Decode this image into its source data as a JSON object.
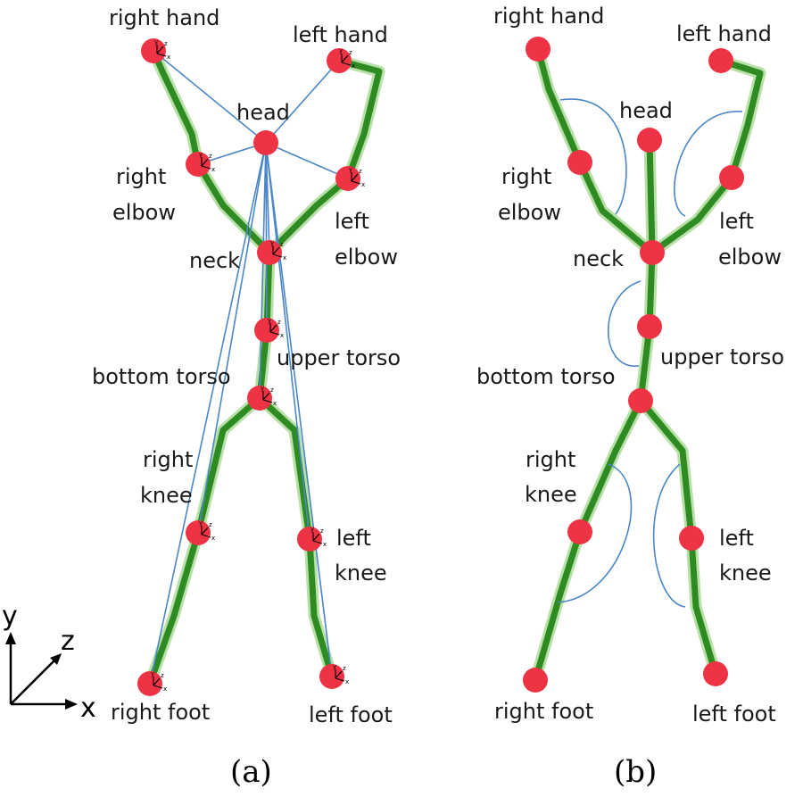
{
  "joints": {
    "right_hand": "right hand",
    "left_hand": "left hand",
    "head": "head",
    "right_elbow_1": "right",
    "right_elbow_2": "elbow",
    "left_elbow_1": "left",
    "left_elbow_2": "elbow",
    "neck": "neck",
    "upper_torso": "upper torso",
    "bottom_torso": "bottom torso",
    "right_knee_1": "right",
    "right_knee_2": "knee",
    "left_knee_1": "left",
    "left_knee_2": "knee",
    "right_foot": "right foot",
    "left_foot": "left foot"
  },
  "local_axes": {
    "x": "x",
    "y": "y",
    "z": "z"
  },
  "global_axes": {
    "x": "x",
    "y": "y",
    "z": "z"
  },
  "captions": {
    "a": "(a)",
    "b": "(b)"
  },
  "colors": {
    "joint": "#ee3344",
    "bone": "#2e8b22",
    "ray": "#4a86c8"
  }
}
